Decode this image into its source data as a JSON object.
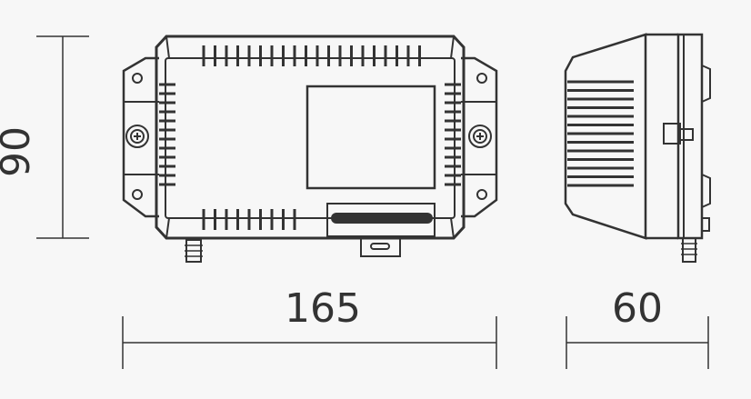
{
  "drawing": {
    "type": "technical-dimension-drawing",
    "line_color": "#333333",
    "background_color": "#f7f7f7",
    "dimensions": {
      "height": "90",
      "width": "165",
      "depth": "60"
    },
    "views": [
      "front-view",
      "side-view"
    ]
  }
}
